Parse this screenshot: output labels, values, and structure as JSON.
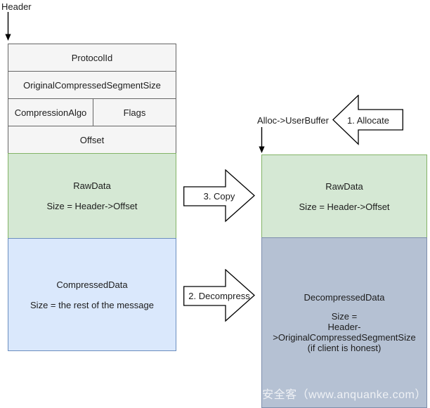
{
  "pointers": {
    "header": {
      "label": "Header"
    },
    "alloc": {
      "label": "Alloc->UserBuffer"
    }
  },
  "smb_header": {
    "fields": {
      "protocol_id": "ProtocolId",
      "original_compressed_segment_size": "OriginalCompressedSegmentSize",
      "compression_algo": "CompressionAlgo",
      "flags": "Flags",
      "offset": "Offset"
    }
  },
  "message_buffer": {
    "raw_data": {
      "title": "RawData",
      "size": "Size = Header->Offset"
    },
    "compressed_data": {
      "title": "CompressedData",
      "size": "Size = the rest of the message"
    }
  },
  "user_buffer": {
    "raw_data": {
      "title": "RawData",
      "size": "Size = Header->Offset"
    },
    "decompressed_data": {
      "title": "DecompressedData",
      "size_line_1": "Size =",
      "size_line_2": "Header->OriginalCompressedSegmentSize",
      "size_line_3": "(if client is honest)"
    }
  },
  "step_arrows": {
    "allocate": "1. Allocate",
    "decompress": "2. Decompress",
    "copy": "3. Copy"
  },
  "watermark": "安全客（www.anquanke.com）",
  "colors": {
    "header_fill": "#f5f5f5",
    "header_border": "#666666",
    "green_fill": "#d5e8d4",
    "green_border": "#82b366",
    "blue_fill": "#dae8fc",
    "blue_border": "#6c8ebf",
    "slate_fill": "#b5c1d3",
    "slate_border": "#7d8eac",
    "arrow_stroke": "#000000"
  }
}
